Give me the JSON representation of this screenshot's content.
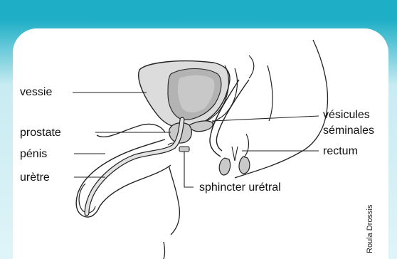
{
  "labels": {
    "bladder": "vessie",
    "prostate": "prostate",
    "penis": "pénis",
    "urethra": "urètre",
    "seminal_line1": "vésicules",
    "seminal_line2": "séminales",
    "rectum": "rectum",
    "sphincter": "sphincter urétral"
  },
  "credit": "Roula Drossis",
  "colors": {
    "banner": "#1eafc6",
    "panel_fade": "#dff4f8",
    "line": "#222222",
    "bladder_fill": "#d9d9d9",
    "bladder_inner": "#b8b8b8",
    "organ_gray": "#c9c9c9"
  }
}
